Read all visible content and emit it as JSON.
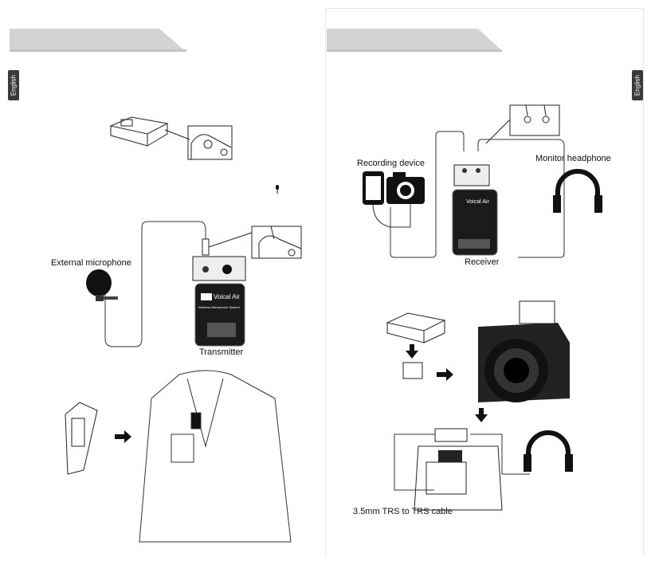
{
  "left_page": {
    "language_tab": "English",
    "labels": {
      "external_microphone": "External microphone",
      "transmitter": "Transmitter"
    },
    "device": {
      "brand_logo": "PXL",
      "product_name": "Voical Air",
      "subtitle": "Wireless Microphone System"
    }
  },
  "right_page": {
    "language_tab": "English",
    "labels": {
      "recording_device": "Recording device",
      "monitor_headphone": "Monitor headphone",
      "receiver": "Receiver",
      "cable": "3.5mm TRS to TRS cable"
    },
    "device": {
      "brand_logo": "PXL",
      "product_name": "Voical Air"
    }
  }
}
